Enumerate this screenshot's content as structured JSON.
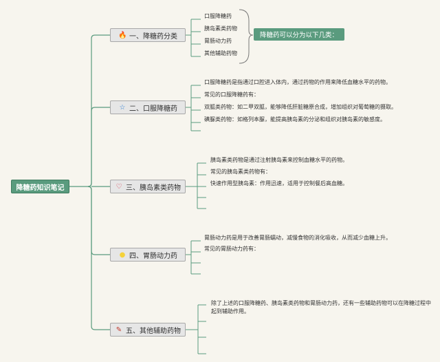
{
  "root": {
    "title": "降糖药知识笔记"
  },
  "topics": [
    {
      "label": "一、降糖药分类",
      "icon": "fire-icon",
      "icon_char": "🔥",
      "icon_color": "#e8543f"
    },
    {
      "label": "二、口服降糖药",
      "icon": "star-icon",
      "icon_char": "☆",
      "icon_color": "#2d7fd3"
    },
    {
      "label": "三、胰岛素类药物",
      "icon": "heart-icon",
      "icon_char": "♡",
      "icon_color": "#d8374a"
    },
    {
      "label": "四、胃肠动力药",
      "icon": "sun-icon",
      "icon_char": "●",
      "icon_color": "#f5d23a"
    },
    {
      "label": "五、其他辅助药物",
      "icon": "pen-icon",
      "icon_char": "✎",
      "icon_color": "#c0392b"
    }
  ],
  "leaves": {
    "t1": [
      "口服降糖药",
      "胰岛素类药物",
      "胃肠动力药",
      "其他辅助药物"
    ],
    "t2": [
      "口服降糖药是指通过口腔进入体内，通过药物的作用来降低血糖水平的药物。",
      "常见的口服降糖药有：",
      "双胍类药物：如二甲双胍，能够降低肝脏糖原合成，增加组织对葡萄糖的摄取。",
      "磺脲类药物：如格列本脲，能提高胰岛素的分泌和组织对胰岛素的敏感度。"
    ],
    "t3": [
      "胰岛素类药物是通过注射胰岛素来控制血糖水平的药物。",
      "常见的胰岛素类药物有：",
      "快速作用型胰岛素：作用迅速，适用于控制餐后高血糖。"
    ],
    "t4": [
      "胃肠动力药是用于改善胃肠蠕动，减慢食物的消化吸收，从而减少血糖上升。",
      "常见的胃肠动力药有："
    ],
    "t5": "除了上述的口服降糖药、胰岛素类药物和胃肠动力药，还有一些辅助药物可以在降糖过程中起到辅助作用。"
  },
  "summary": "降糖药可以分为以下几类：",
  "colors": {
    "accent": "#5a9b7e",
    "line": "#5a9b7e",
    "background": "#f7f5ee"
  }
}
